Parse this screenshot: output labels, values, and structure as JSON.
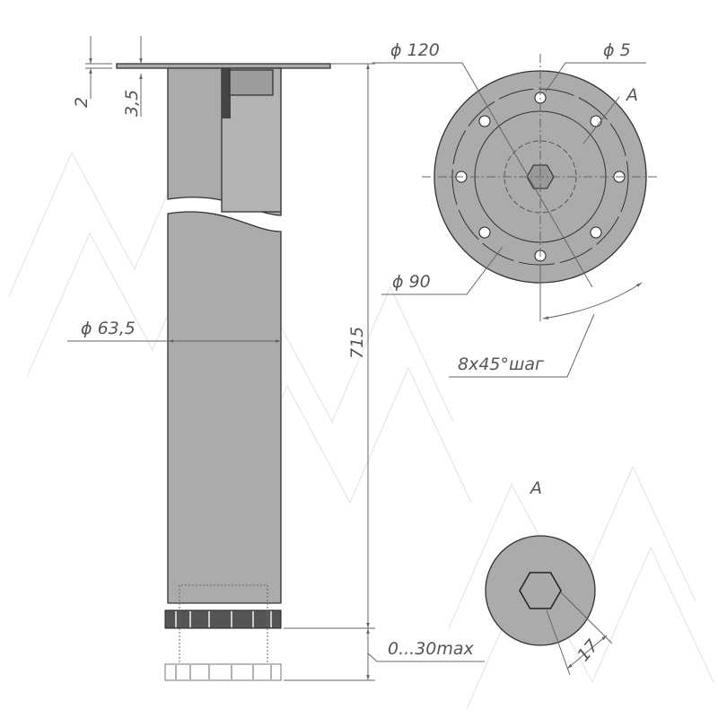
{
  "watermark": "MM",
  "side_view": {
    "plate_thickness": "2",
    "plate_offset": "3,5",
    "diameter": "ϕ 63,5",
    "height": "715",
    "adjustment": "0...30max"
  },
  "top_view": {
    "outer_diameter": "ϕ 120",
    "hole_diameter": "ϕ 5",
    "section_marker": "A",
    "bolt_circle_diameter": "ϕ 90",
    "hole_pitch": "8x45°шаг"
  },
  "detail_a": {
    "title": "A",
    "hex_size": "17"
  },
  "colors": {
    "body": "#ababab",
    "outline": "#333333",
    "dimension": "#666666"
  }
}
